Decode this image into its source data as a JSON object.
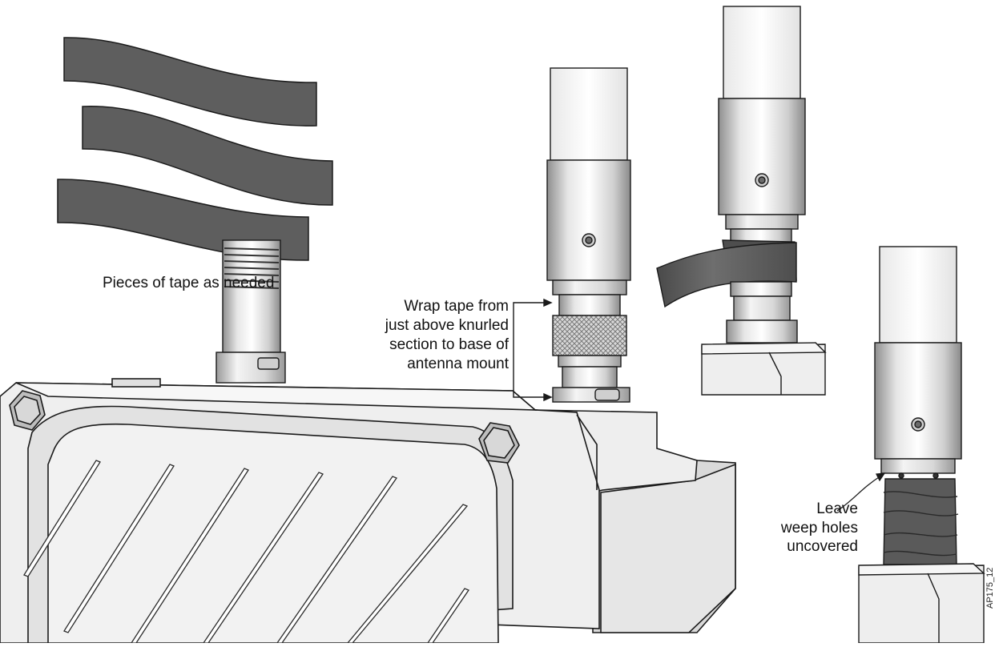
{
  "labels": {
    "tape_pieces": "Pieces of tape as needed",
    "wrap_instruction": [
      "Wrap tape from",
      "just above knurled",
      "section to base of",
      "antenna mount"
    ],
    "weep_holes": [
      "Leave",
      "weep holes",
      "uncovered"
    ],
    "figure_id": "AP175_12"
  },
  "colors": {
    "tape": "#5e5e5e",
    "outline": "#1a1a1a",
    "metal_light": "#eeeeee",
    "metal_mid": "#c4c4c4",
    "metal_dark": "#8f8f8f",
    "housing": "#ececec",
    "housing_shadow": "#d6d6d6"
  }
}
